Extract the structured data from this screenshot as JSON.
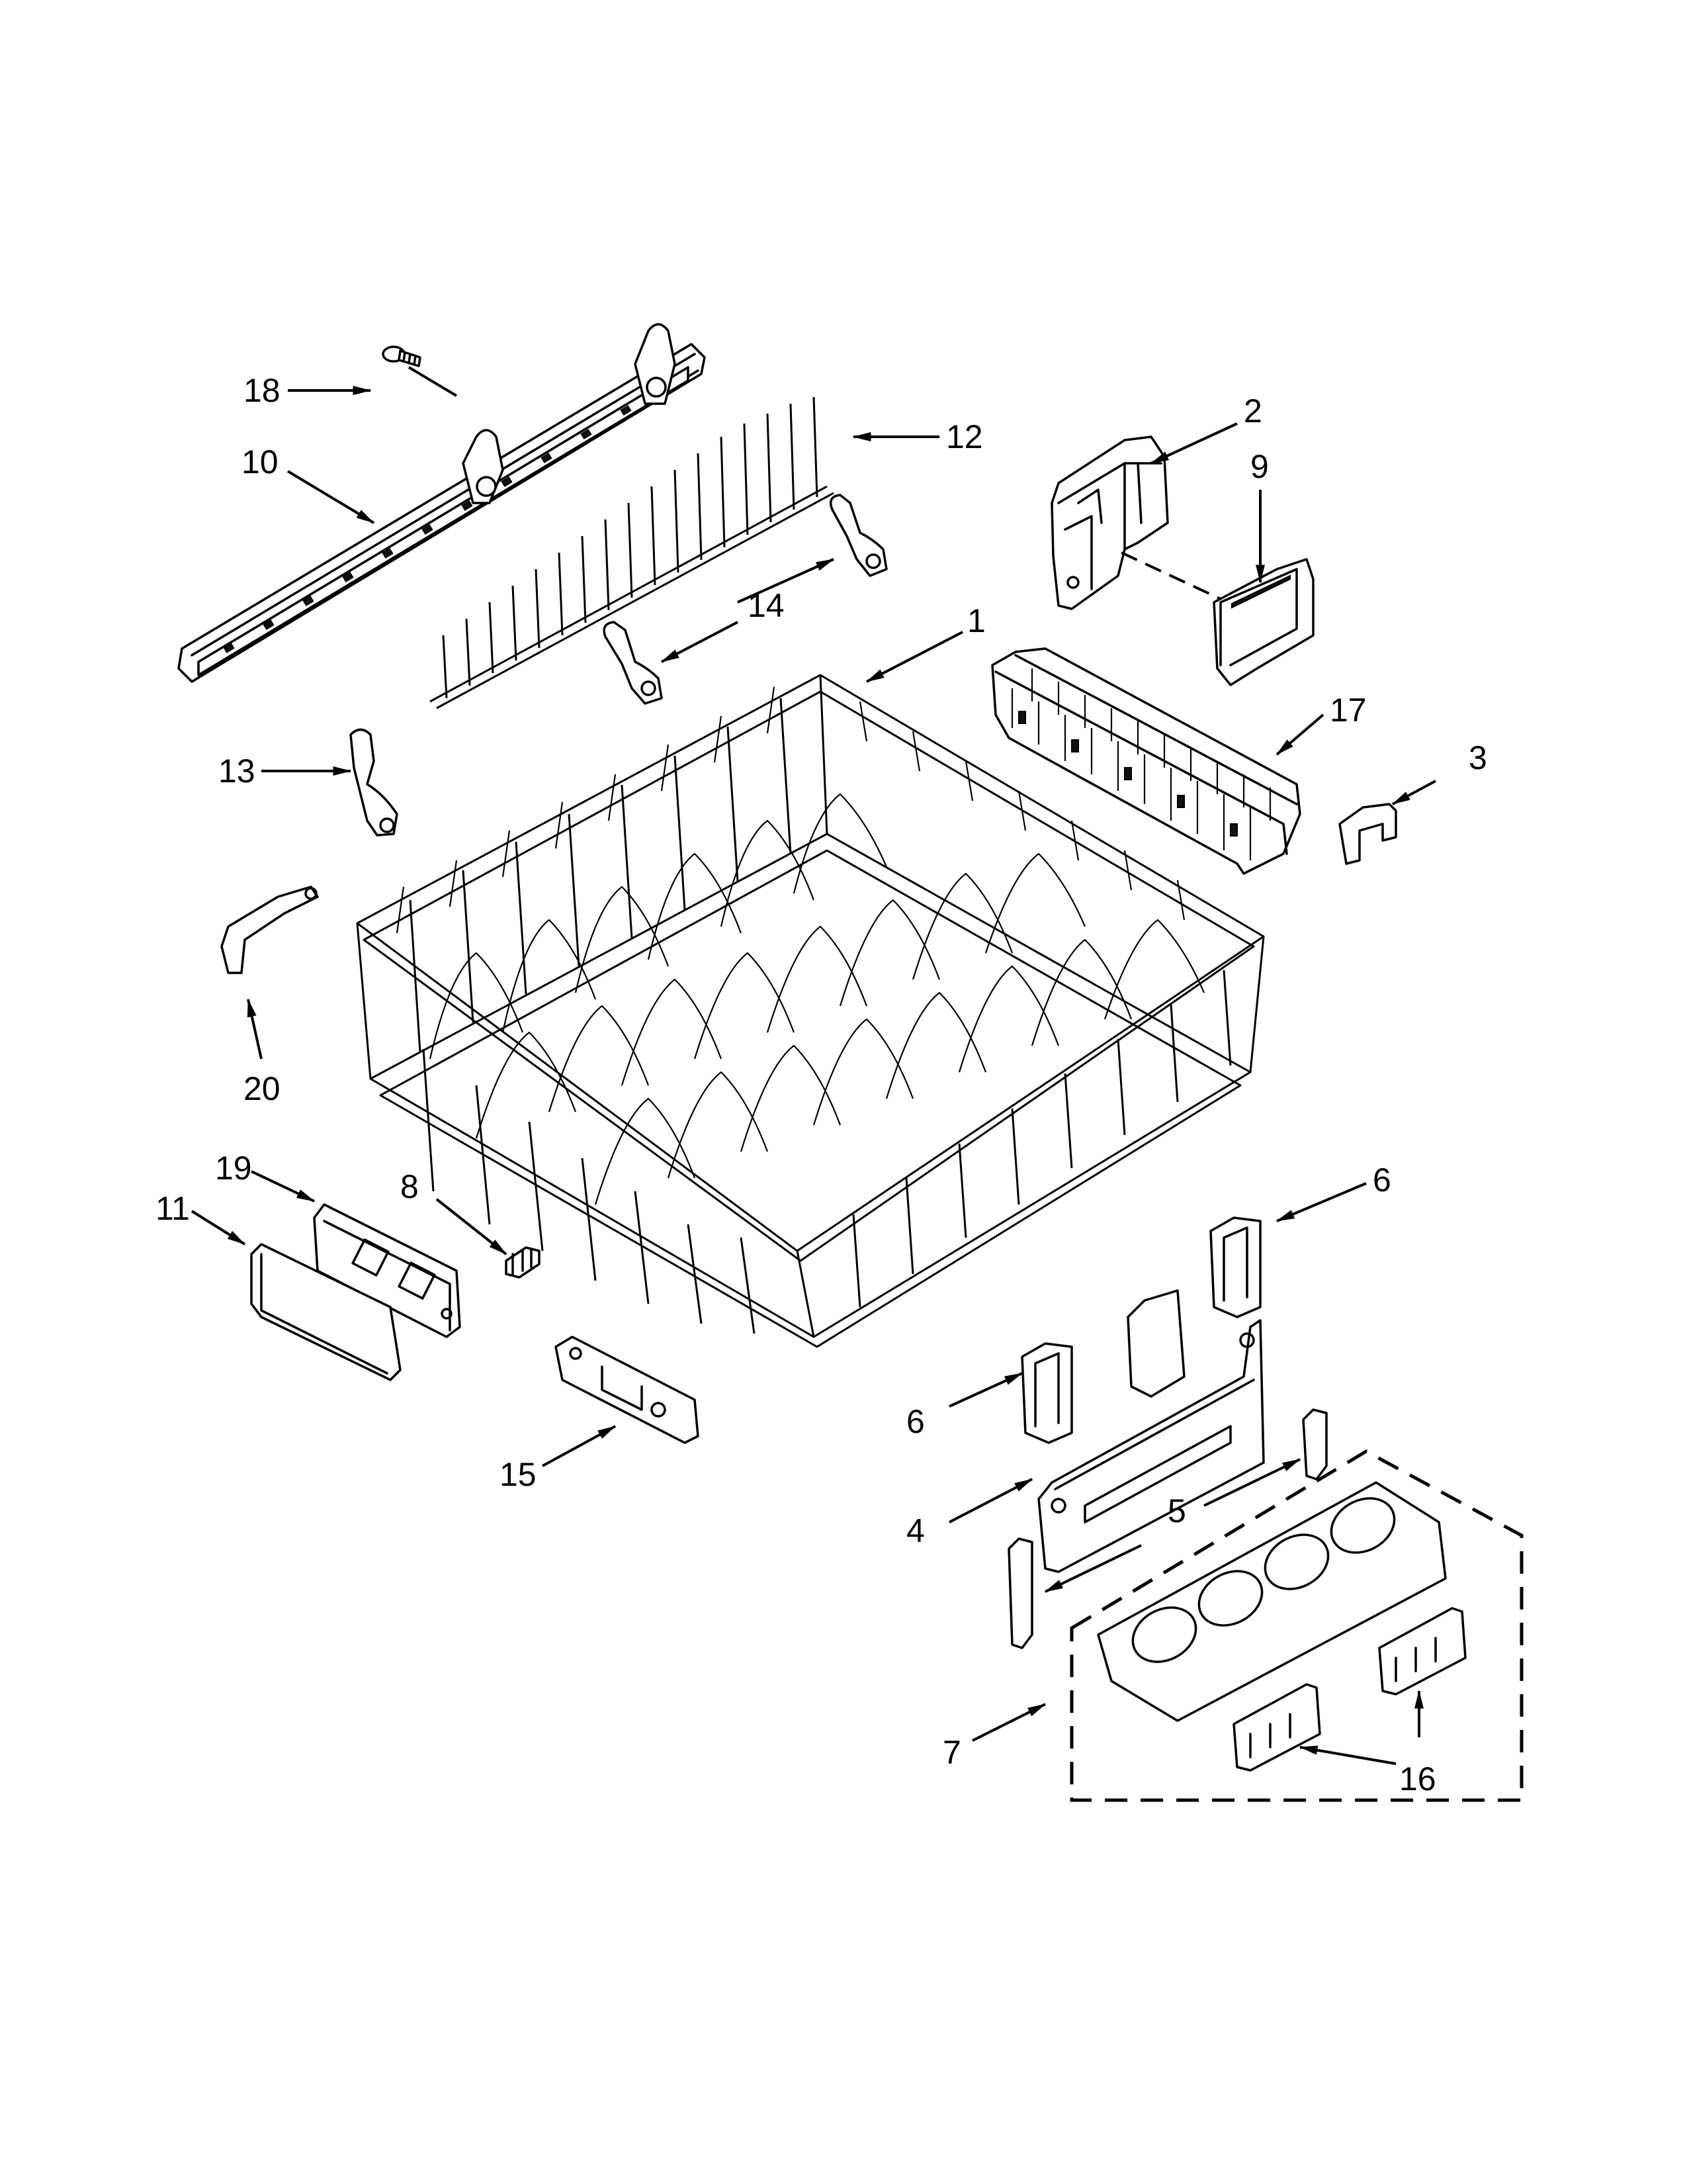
{
  "callouts": [
    {
      "id": "c18",
      "label": "18"
    },
    {
      "id": "c10",
      "label": "10"
    },
    {
      "id": "c12",
      "label": "12"
    },
    {
      "id": "c2",
      "label": "2"
    },
    {
      "id": "c9",
      "label": "9"
    },
    {
      "id": "c14",
      "label": "14"
    },
    {
      "id": "c1",
      "label": "1"
    },
    {
      "id": "c17",
      "label": "17"
    },
    {
      "id": "c3",
      "label": "3"
    },
    {
      "id": "c13",
      "label": "13"
    },
    {
      "id": "c20",
      "label": "20"
    },
    {
      "id": "c19",
      "label": "19"
    },
    {
      "id": "c8",
      "label": "8"
    },
    {
      "id": "c11",
      "label": "11"
    },
    {
      "id": "c6a",
      "label": "6"
    },
    {
      "id": "c6b",
      "label": "6"
    },
    {
      "id": "c15",
      "label": "15"
    },
    {
      "id": "c4",
      "label": "4"
    },
    {
      "id": "c5",
      "label": "5"
    },
    {
      "id": "c7",
      "label": "7"
    },
    {
      "id": "c16",
      "label": "16"
    }
  ]
}
